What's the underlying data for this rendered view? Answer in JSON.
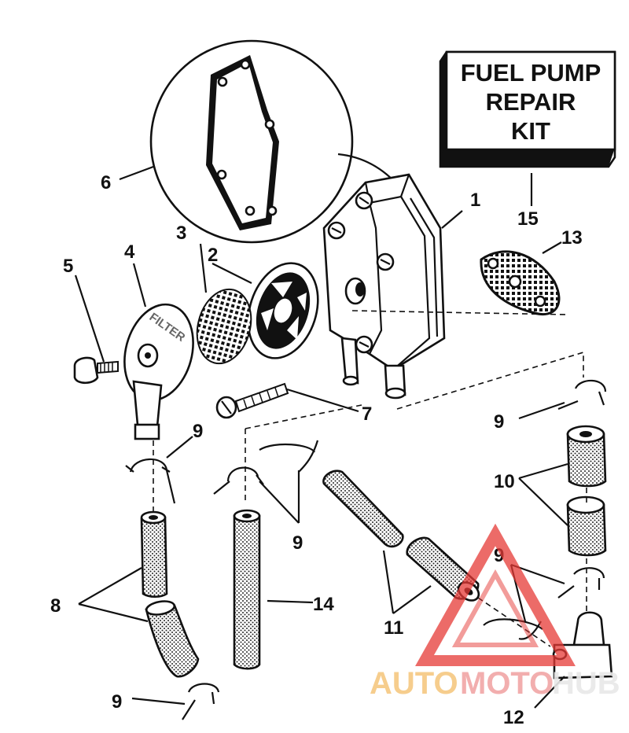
{
  "kit_label": {
    "line1": "FUEL PUMP",
    "line2": "REPAIR",
    "line3": "KIT"
  },
  "callouts": {
    "n1": "1",
    "n2": "2",
    "n3": "3",
    "n4": "4",
    "n5": "5",
    "n6": "6",
    "n7": "7",
    "n8": "8",
    "n9a": "9",
    "n9b": "9",
    "n9c": "9",
    "n9d": "9",
    "n9e": "9",
    "n10": "10",
    "n11": "11",
    "n12": "12",
    "n13": "13",
    "n14": "14",
    "n15": "15"
  },
  "filter_text": "FILTER",
  "watermark": {
    "part1": "AUTO",
    "part2": "MOTO",
    "part3": "HUB",
    "colors": {
      "auto": "#f5c57a",
      "moto": "#f0a0a0",
      "hub": "#e0e0e0",
      "triangle": "#e53935"
    }
  }
}
